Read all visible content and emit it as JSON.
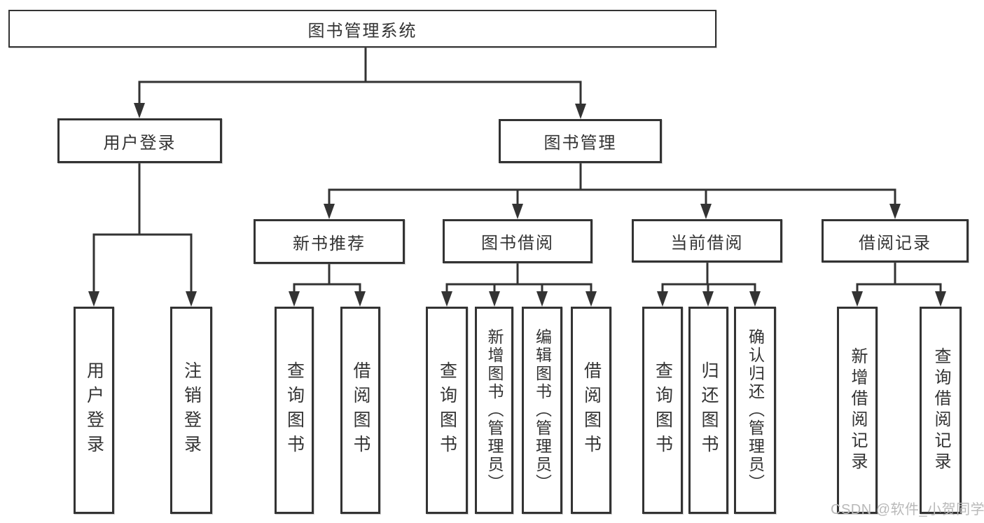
{
  "diagram": {
    "root": "图书管理系统",
    "branches": [
      {
        "label": "用户登录",
        "children": [
          "用户登录",
          "注销登录"
        ]
      },
      {
        "label": "图书管理",
        "sections": [
          {
            "label": "新书推荐",
            "children": [
              "查询图书",
              "借阅图书"
            ]
          },
          {
            "label": "图书借阅",
            "children": [
              "查询图书",
              "新增图书（管理员）",
              "编辑图书（管理员）",
              "借阅图书"
            ]
          },
          {
            "label": "当前借阅",
            "children": [
              "查询图书",
              "归还图书",
              "确认归还（管理员）"
            ]
          },
          {
            "label": "借阅记录",
            "children": [
              "新增借阅记录",
              "查询借阅记录"
            ]
          }
        ]
      }
    ],
    "watermark": "CSDN @软件_小贺同学",
    "colors": {
      "line": "#333333",
      "box_border": "#333333",
      "text": "#333333",
      "watermark": "#b9b9b9",
      "background": "#ffffff"
    }
  }
}
